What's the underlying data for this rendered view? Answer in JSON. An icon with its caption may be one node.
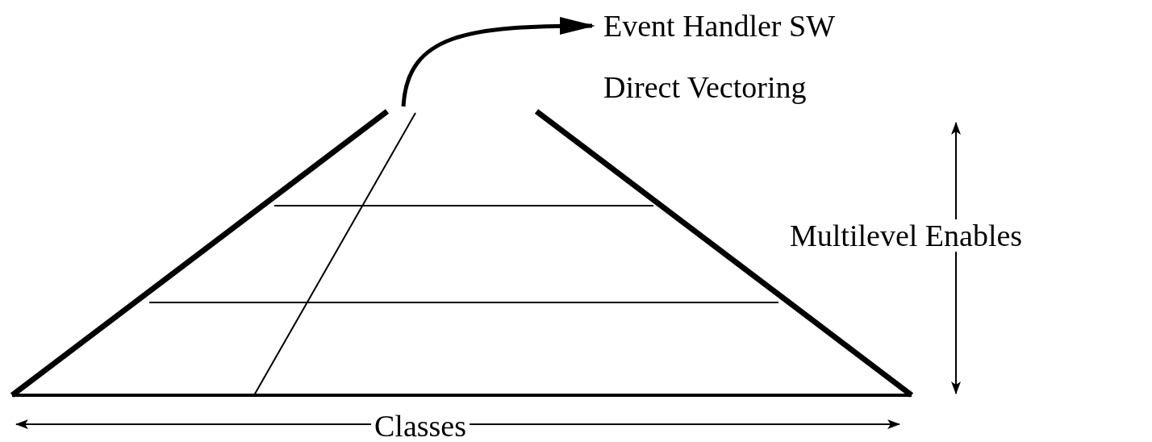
{
  "diagram": {
    "nodes": [
      {
        "text": [],
        "shape": "pyramid"
      },
      {
        "text": [
          "Event Handler SW"
        ]
      }
    ],
    "edges": [
      {
        "from": 0,
        "to": 1,
        "arrow": "to"
      }
    ],
    "labels": [
      "Direct Vectoring",
      "Multilevel Enables",
      "Classes"
    ]
  }
}
